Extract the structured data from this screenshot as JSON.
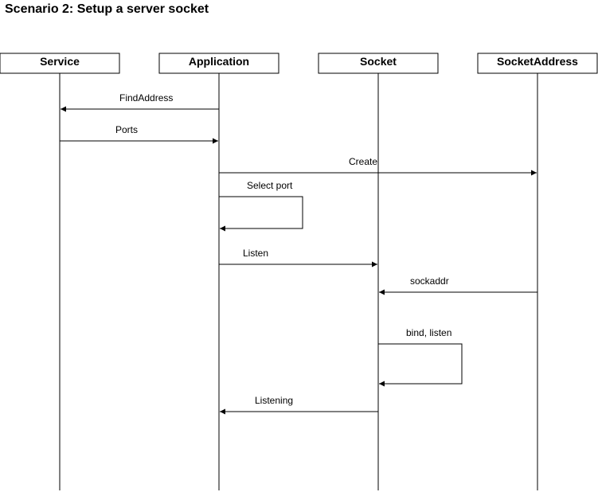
{
  "title": "Scenario 2: Setup a server socket",
  "colors": {
    "stroke": "#000000",
    "background": "#ffffff"
  },
  "lifelines": [
    {
      "name": "Service"
    },
    {
      "name": "Application"
    },
    {
      "name": "Socket"
    },
    {
      "name": "SocketAddress"
    }
  ],
  "messages": [
    {
      "label": "FindAddress",
      "from": 1,
      "to": 0
    },
    {
      "label": "Ports",
      "from": 0,
      "to": 1
    },
    {
      "label": "Create",
      "from": 1,
      "to": 3
    },
    {
      "label": "Select port",
      "from": 1,
      "to": 1
    },
    {
      "label": "Listen",
      "from": 1,
      "to": 2
    },
    {
      "label": "sockaddr",
      "from": 3,
      "to": 2
    },
    {
      "label": "bind, listen",
      "from": 2,
      "to": 2
    },
    {
      "label": "Listening",
      "from": 2,
      "to": 1
    }
  ]
}
